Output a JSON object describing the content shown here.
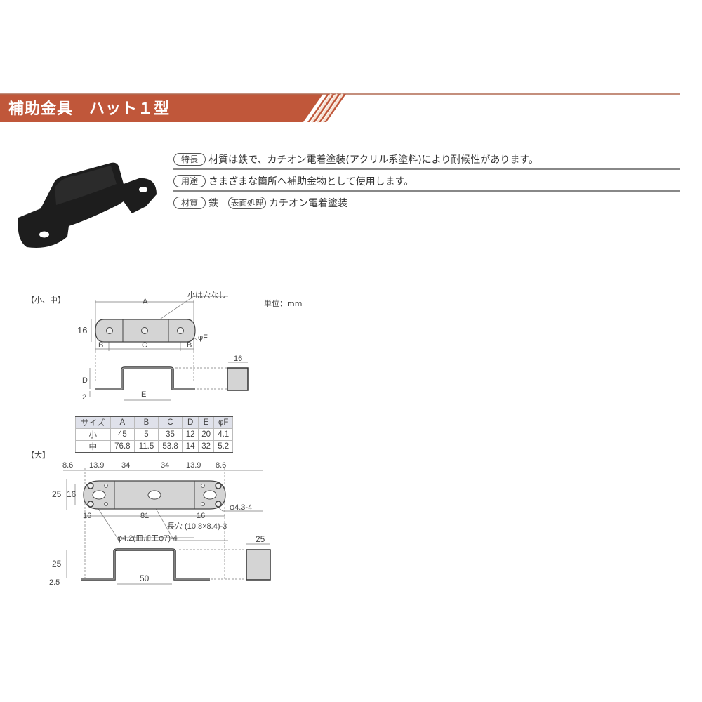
{
  "header": {
    "title": "補助金具　ハット１型",
    "accent_color": "#c0573a"
  },
  "product_image": {
    "alt": "black hat-shaped bracket (ハット1型)"
  },
  "specs": [
    {
      "label": "特長",
      "text": "材質は鉄で、カチオン電着塗装(アクリル系塗料)により耐候性があります。"
    },
    {
      "label": "用途",
      "text": "さまざまな箇所へ補助金物として使用します。"
    },
    {
      "label": "材質",
      "text": "鉄",
      "label2": "表面処理",
      "text2": "カチオン電着塗装"
    }
  ],
  "unit_label": "単位：mm",
  "drawing_small_medium": {
    "section_label": "【小、中】",
    "note_no_hole": "小は穴なし",
    "dim_A": "A",
    "dim_B_left": "B",
    "dim_C": "C",
    "dim_B_right": "B",
    "dim_phiF": "φF",
    "dim_height": "16",
    "dim_D": "D",
    "dim_E": "E",
    "dim_thickness": "2",
    "dim_width": "16"
  },
  "size_table": {
    "headers": [
      "サイズ",
      "A",
      "B",
      "C",
      "D",
      "E",
      "φF"
    ],
    "rows": [
      [
        "小",
        "45",
        "5",
        "35",
        "12",
        "20",
        "4.1"
      ],
      [
        "中",
        "76.8",
        "11.5",
        "53.8",
        "14",
        "32",
        "5.2"
      ]
    ]
  },
  "drawing_large": {
    "section_label": "【大】",
    "top_dims": [
      "8.6",
      "13.9",
      "34",
      "34",
      "13.9",
      "8.6"
    ],
    "dim_height_outer": "25",
    "dim_height_inner": "16",
    "dim_16_left": "16",
    "dim_81": "81",
    "dim_16_right": "16",
    "note_hole_43": "φ4.3-4",
    "note_slot": "長穴 (10.8×8.4)-3",
    "note_hole_42": "φ4.2(皿加工φ7)-4",
    "dim_D": "25",
    "dim_E": "50",
    "dim_thickness": "2.5",
    "dim_width": "25"
  }
}
